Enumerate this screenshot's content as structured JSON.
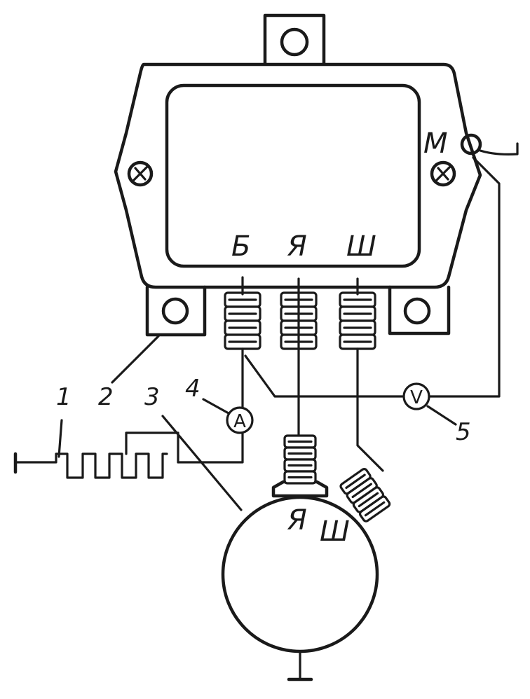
{
  "terminals": {
    "battery": "Б",
    "armature": "Я",
    "field": "Ш",
    "ground": "М"
  },
  "generator_terminals": {
    "armature": "Я",
    "field": "Ш"
  },
  "meters": {
    "ammeter": "A",
    "voltmeter": "V"
  },
  "callouts": [
    "1",
    "2",
    "3",
    "4",
    "5"
  ]
}
